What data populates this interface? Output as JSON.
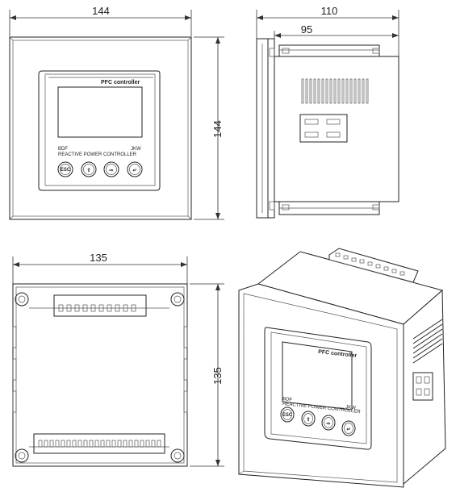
{
  "dimensions": {
    "front_width": "144",
    "front_height": "144",
    "side_total_depth": "110",
    "side_body_depth": "95",
    "rear_width": "135",
    "rear_height": "135"
  },
  "panel": {
    "title": "PFC controller",
    "subtitle": "REACTIVE POWER CONTROLLER",
    "left_tag": "BDF",
    "right_tag": "JKW",
    "buttons": [
      "ESC",
      "⇧",
      "⇨",
      "↵"
    ]
  },
  "colors": {
    "line": "#222222",
    "background": "#ffffff"
  }
}
